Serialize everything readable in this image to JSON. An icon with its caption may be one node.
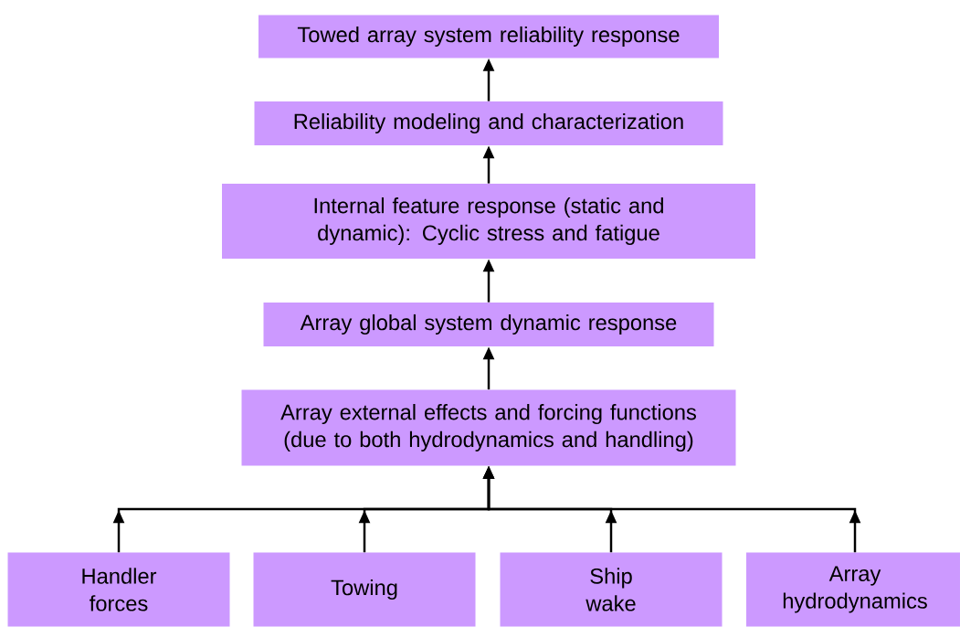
{
  "diagram": {
    "nodes": [
      {
        "text": [
          "Towed array system reliability response"
        ]
      },
      {
        "text": [
          "Reliability modeling and characterization"
        ]
      },
      {
        "text": [
          "Internal feature response (static and dynamic): Cyclic stress and fatigue"
        ]
      },
      {
        "text": [
          "Array global system dynamic response"
        ]
      },
      {
        "text": [
          "Array external effects and forcing functions (due to both hydrodynamics and handling)"
        ]
      },
      {
        "text": [
          "Handler forces"
        ]
      },
      {
        "text": [
          "Towing"
        ]
      },
      {
        "text": [
          "Ship wake"
        ]
      },
      {
        "text": [
          "Array hydrodynamics"
        ]
      }
    ],
    "edges": [
      {
        "from": 4,
        "to": 3,
        "arrow": "to"
      },
      {
        "from": 3,
        "to": 2,
        "arrow": "to"
      },
      {
        "from": 2,
        "to": 1,
        "arrow": "to"
      },
      {
        "from": 1,
        "to": 0,
        "arrow": "to"
      },
      {
        "from": 5,
        "to": 4,
        "arrow": "to"
      },
      {
        "from": 6,
        "to": 4,
        "arrow": "to"
      },
      {
        "from": 7,
        "to": 4,
        "arrow": "to"
      },
      {
        "from": 8,
        "to": 4,
        "arrow": "to"
      }
    ]
  }
}
